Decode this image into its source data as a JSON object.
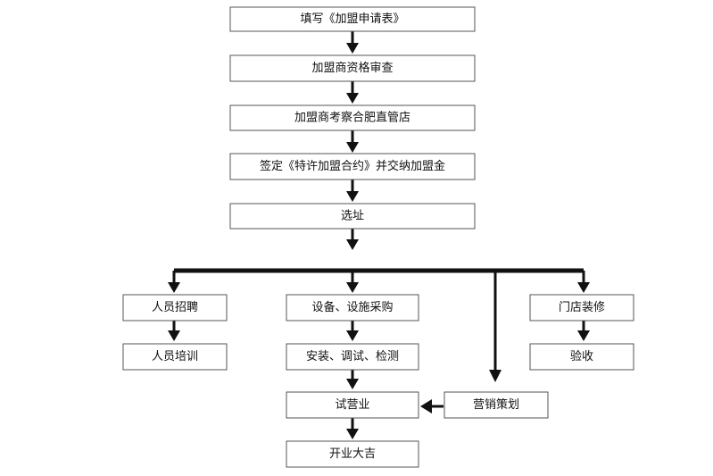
{
  "nodes": {
    "fill_form": "填写《加盟申请表》",
    "qualification_review": "加盟商资格审查",
    "inspect_store": "加盟商考察合肥直管店",
    "sign_contract": "签定《特许加盟合约》并交纳加盟金",
    "site_selection": "选址",
    "staff_recruit": "人员招聘",
    "staff_training": "人员培训",
    "equipment_purchase": "设备、设施采购",
    "install_test": "安装、调试、检测",
    "trial_operation": "试营业",
    "grand_opening": "开业大吉",
    "store_decoration": "门店装修",
    "acceptance": "验收",
    "marketing_plan": "营销策划"
  },
  "colors": {
    "line": "#111111",
    "box_border": "#555555",
    "text": "#111111"
  }
}
